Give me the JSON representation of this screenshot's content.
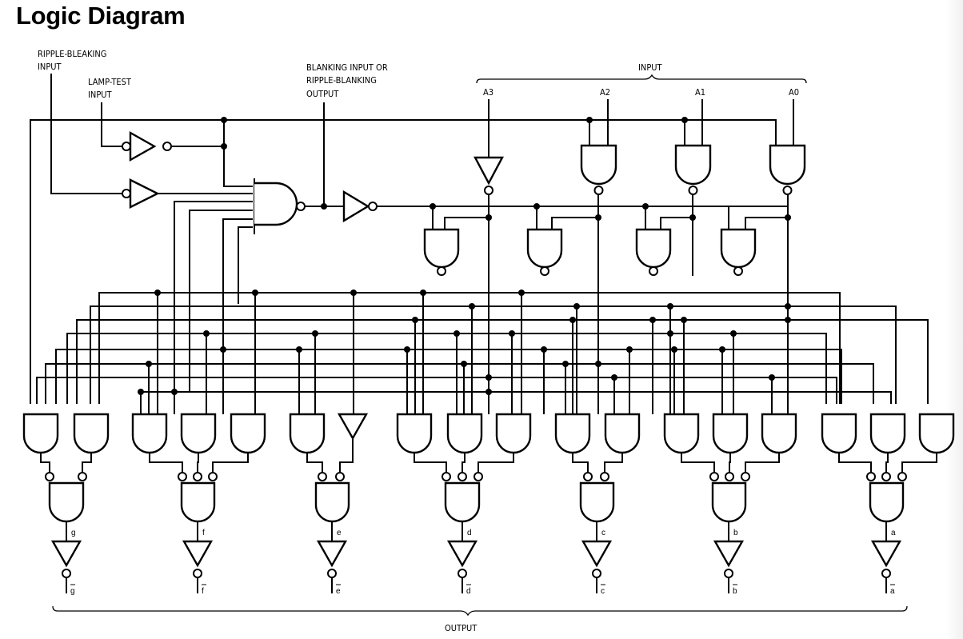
{
  "title": "Logic Diagram",
  "labels": {
    "ripple_blanking_input_l1": "RIPPLE-BLEAKING",
    "ripple_blanking_input_l2": "INPUT",
    "lamp_test_l1": "LAMP-TEST",
    "lamp_test_l2": "INPUT",
    "blanking_l1": "BLANKING INPUT OR",
    "blanking_l2": "RIPPLE-BLANKING",
    "blanking_l3": "OUTPUT",
    "input_group": "INPUT",
    "output_group": "OUTPUT"
  },
  "inputs": [
    "A3",
    "A2",
    "A1",
    "A0"
  ],
  "outputs": [
    {
      "segment": "g",
      "inverted": "g"
    },
    {
      "segment": "f",
      "inverted": "f"
    },
    {
      "segment": "e",
      "inverted": "e"
    },
    {
      "segment": "d",
      "inverted": "d"
    },
    {
      "segment": "c",
      "inverted": "c"
    },
    {
      "segment": "b",
      "inverted": "b"
    },
    {
      "segment": "a",
      "inverted": "a"
    }
  ]
}
